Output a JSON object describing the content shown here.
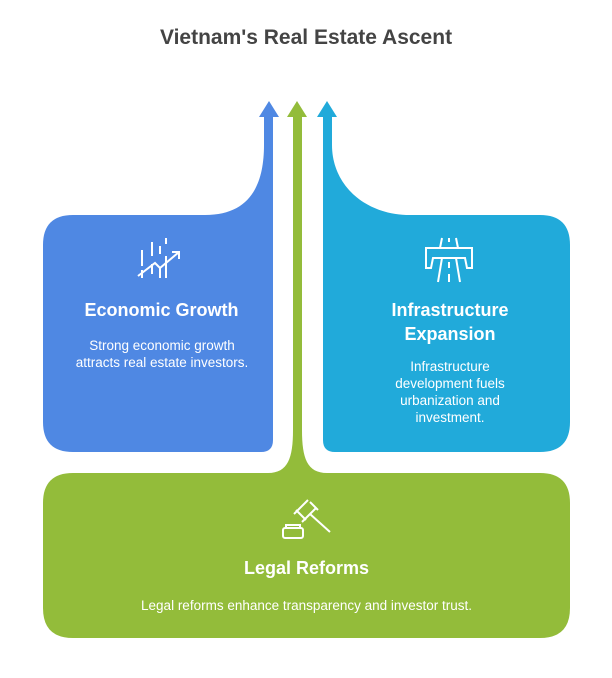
{
  "title": "Vietnam's Real Estate Ascent",
  "colors": {
    "economic": "#4F88E3",
    "legal": "#93BC3A",
    "infrastructure": "#21AADA"
  },
  "blocks": {
    "economic": {
      "heading": "Economic Growth",
      "description": "Strong economic growth attracts real estate investors.",
      "icon": "chart-growth-icon"
    },
    "infrastructure": {
      "heading": "Infrastructure Expansion",
      "description": "Infrastructure development fuels urbanization and investment.",
      "icon": "highway-icon"
    },
    "legal": {
      "heading": "Legal Reforms",
      "description": "Legal reforms enhance transparency and investor trust.",
      "icon": "gavel-icon"
    }
  }
}
